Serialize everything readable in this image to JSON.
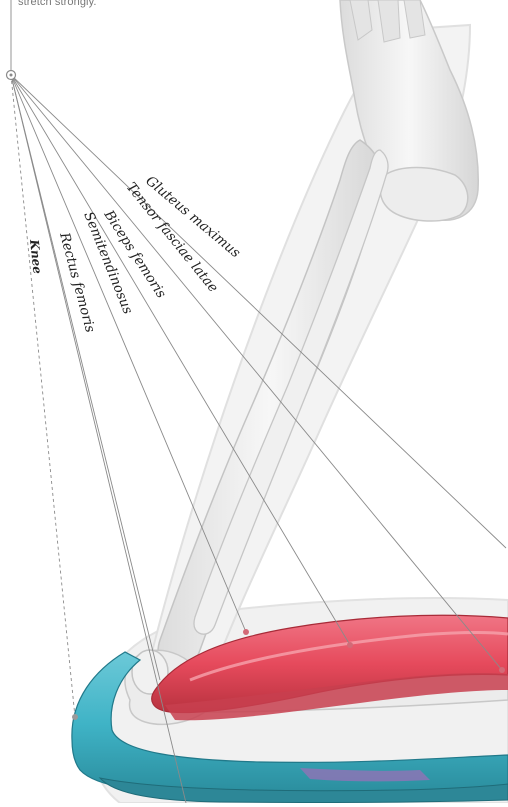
{
  "caption_fragment": "stretch strongly.",
  "labels": {
    "knee": "Knee",
    "rectus_femoris": "Rectus femoris",
    "semitendinosus": "Semitendinosus",
    "biceps_femoris": "Biceps femoris",
    "tensor_fasciae_latae": "Tensor fasciae latae",
    "gluteus_maximus": "Gluteus maximus"
  },
  "colors": {
    "bone": "#ececec",
    "bone_outline": "#c9c9c9",
    "red_muscle": "#e64a5c",
    "teal_muscle": "#3fb3c6",
    "leader_line": "#8a8a8a"
  }
}
